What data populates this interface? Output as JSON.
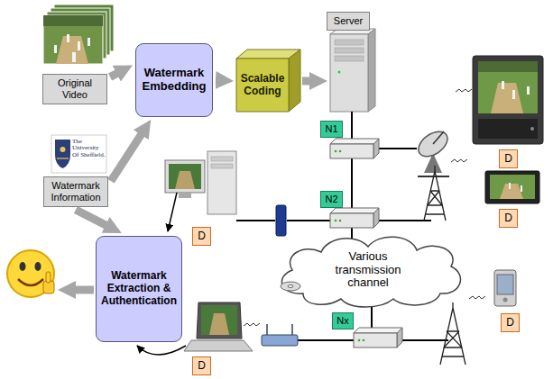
{
  "diagram": {
    "nodes": [
      {
        "text": [
          "Original Video"
        ]
      },
      {
        "text": [
          "Watermark Embedding"
        ]
      },
      {
        "text": [
          "Scalable Coding"
        ]
      },
      {
        "text": [
          "Server"
        ]
      },
      {
        "text": [
          "D"
        ]
      },
      {
        "text": [
          "N1"
        ]
      },
      {
        "text": [
          "Watermark Information"
        ]
      },
      {
        "text": [
          "N2"
        ]
      },
      {
        "text": [
          "D"
        ]
      },
      {
        "text": [
          "D"
        ]
      },
      {
        "text": [
          "Various transmission channel"
        ]
      },
      {
        "text": [
          "Watermark Extraction & Authentication"
        ]
      },
      {
        "text": [
          "D"
        ]
      },
      {
        "text": [
          "Nx"
        ]
      },
      {
        "text": [
          "D"
        ]
      }
    ],
    "edges": [
      {
        "from": 0,
        "to": 1,
        "arrow": "to"
      },
      {
        "from": 6,
        "to": 1,
        "arrow": "to"
      },
      {
        "from": 1,
        "to": 2,
        "arrow": "to"
      },
      {
        "from": 6,
        "to": 11,
        "arrow": "to"
      }
    ],
    "labels": [
      "The University Of Sheffield."
    ]
  }
}
